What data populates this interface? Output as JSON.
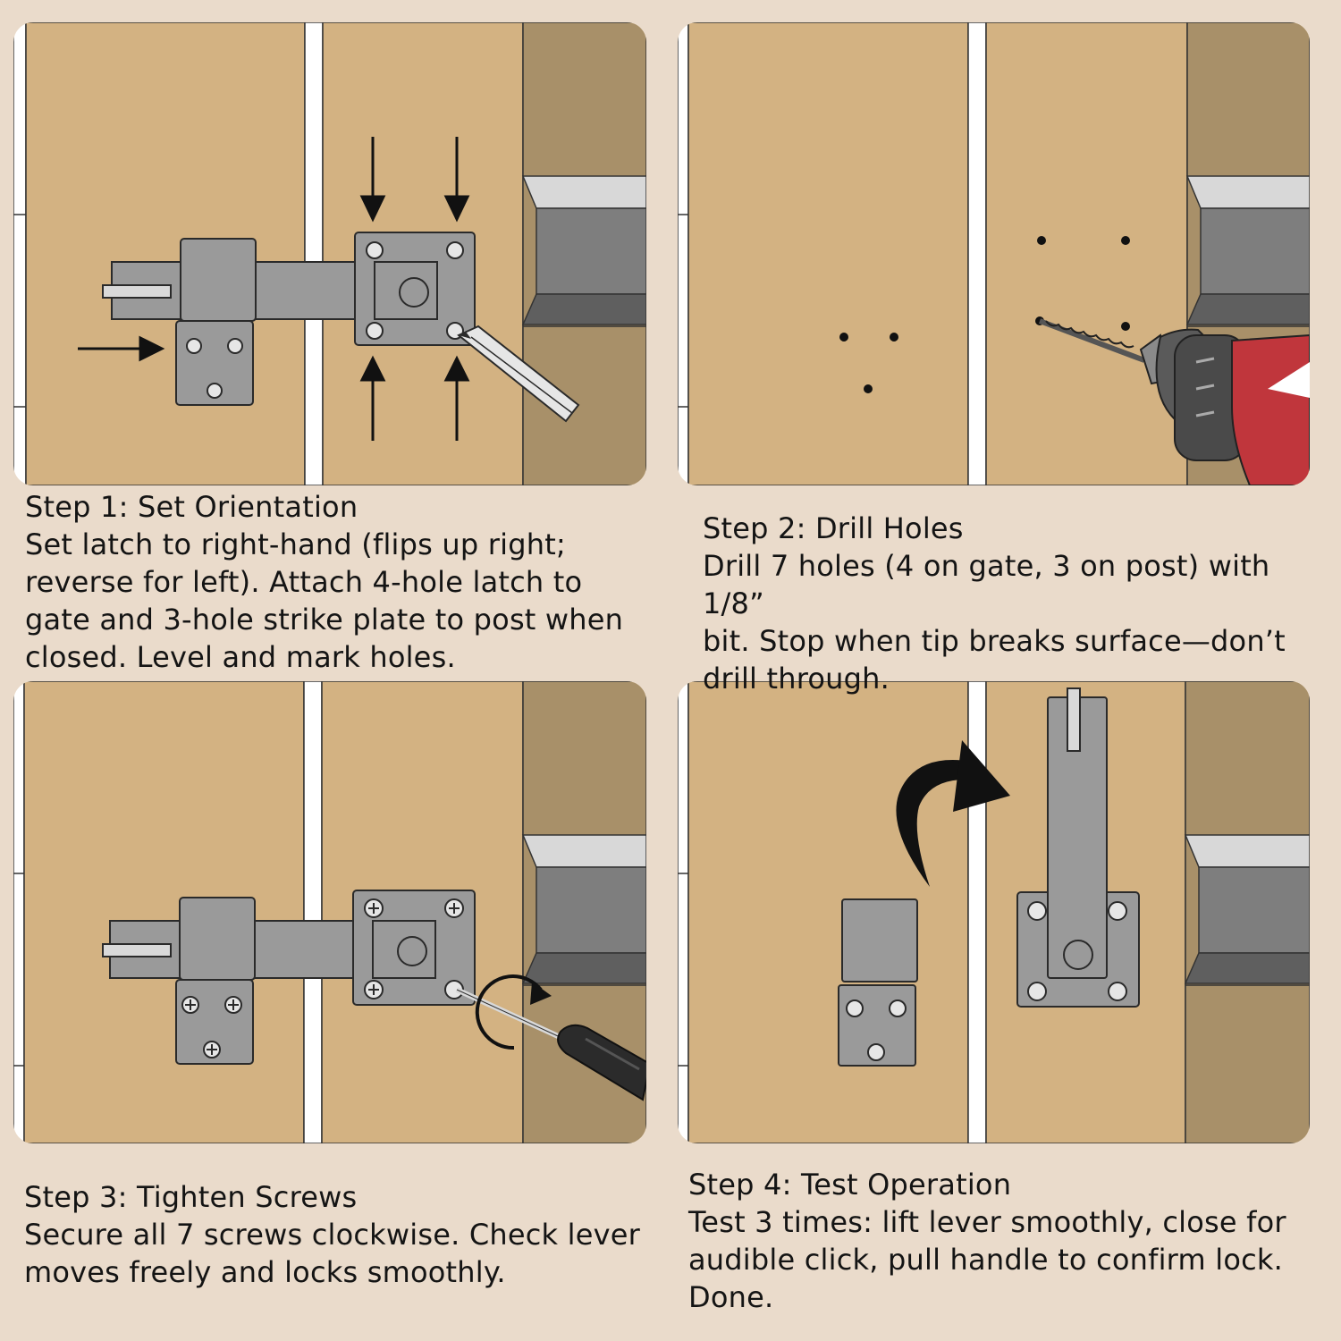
{
  "colors": {
    "background": "#eadbcb",
    "gate_wood": "#d3b282",
    "post_wood": "#a89069",
    "hardware_gray": "#9a9a9a",
    "hardware_outline": "#2a2a2a",
    "drill_red": "#c0363c"
  },
  "steps": [
    {
      "title": "Step 1: Set Orientation",
      "body": "Set latch to right-hand (flips up right;\nreverse for left).  Attach 4-hole latch to\ngate and 3-hole strike plate to post when\nclosed.  Level and mark holes.",
      "icons": [
        "arrow-down-icon",
        "arrow-up-icon",
        "arrow-right-icon",
        "pencil-icon"
      ]
    },
    {
      "title": "Step 2: Drill Holes",
      "body": "Drill 7 holes (4 on gate, 3 on post) with 1/8”\nbit.  Stop when tip breaks surface—don’t\ndrill through.",
      "icons": [
        "power-drill-icon"
      ]
    },
    {
      "title": "Step 3: Tighten Screws",
      "body": "Secure all 7 screws clockwise.  Check lever\nmoves freely and locks smoothly.",
      "icons": [
        "screwdriver-icon",
        "rotate-clockwise-icon"
      ]
    },
    {
      "title": "Step 4: Test Operation",
      "body": "Test 3 times: lift lever smoothly, close for\naudible click, pull handle to confirm lock.\nDone.",
      "icons": [
        "curved-arrow-icon"
      ]
    }
  ]
}
